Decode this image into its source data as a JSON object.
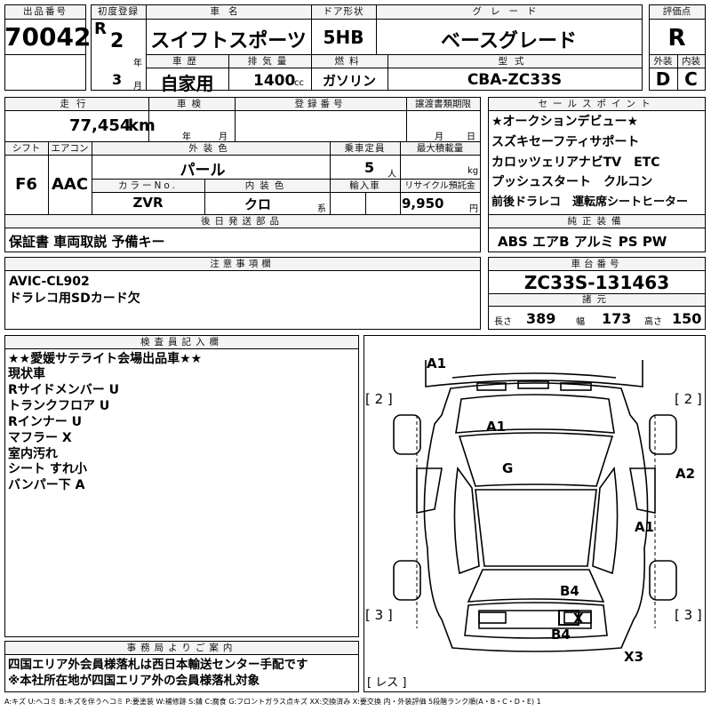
{
  "header": {
    "lot_no_label": "出品番号",
    "lot_no": "70042",
    "first_reg_label": "初度登録",
    "era": "R",
    "year_num": "2",
    "year_unit": "年",
    "month_num": "3",
    "month_unit": "月",
    "car_name_label": "車名",
    "car_name": "スイフトスポーツ",
    "door_label": "ドア形状",
    "door": "5HB",
    "grade_label": "グレード",
    "grade": "ベースグレード",
    "score_label": "評価点",
    "score": "R",
    "history_label": "車歴",
    "history": "自家用",
    "displacement_label": "排気量",
    "displacement": "1400",
    "displacement_unit": "cc",
    "fuel_label": "燃料",
    "fuel": "ガソリン",
    "model_label": "型式",
    "model": "CBA-ZC33S",
    "exterior_label": "外装",
    "exterior": "D",
    "interior_label": "内装",
    "interior": "C"
  },
  "specs": {
    "mileage_label": "走行",
    "mileage": "77,454",
    "mileage_unit": "km",
    "inspection_label": "車検",
    "inspection_year_unit": "年",
    "inspection_month_unit": "月",
    "reg_no_label": "登録番号",
    "transfer_label": "譲渡書類期限",
    "transfer_month_unit": "月",
    "transfer_day_unit": "日",
    "shift_label": "シフト",
    "shift": "F6",
    "aircon_label": "エアコン",
    "aircon": "AAC",
    "ext_color_label": "外装色",
    "ext_color": "パール",
    "capacity_label": "乗車定員",
    "capacity": "5",
    "capacity_unit": "人",
    "max_load_label": "最大積載量",
    "max_load_unit": "kg",
    "color_no_label": "カラーNo.",
    "color_no": "ZVR",
    "int_color_label": "内装色",
    "int_color": "クロ",
    "int_color_unit": "系",
    "import_label": "輸入車",
    "recycle_label": "リサイクル預託金",
    "recycle": "9,950",
    "recycle_unit": "円",
    "later_parts_label": "後日発送部品",
    "later_parts": "保証書 車両取説 予備キー"
  },
  "sales": {
    "label": "セールスポイント",
    "lines": [
      "★オークションデビュー★",
      "スズキセーフティサポート",
      "カロッツェリアナビTV　ETC",
      "プッシュスタート　クルコン",
      "前後ドラレコ　運転席シートヒーター"
    ],
    "equip_label": "純正装備",
    "equip": "ABS エアB アルミ PS PW"
  },
  "notes": {
    "label": "注意事項欄",
    "lines": [
      "AVIC-CL902",
      "ドラレコ用SDカード欠"
    ]
  },
  "chassis": {
    "label": "車台番号",
    "number": "ZC33S-131463",
    "dims_label": "諸元",
    "length_label": "長さ",
    "length": "389",
    "width_label": "幅",
    "width": "173",
    "height_label": "高さ",
    "height": "150"
  },
  "inspector": {
    "label": "検査員記入欄",
    "lines": [
      "★★愛媛サテライト会場出品車★★",
      "現状車",
      "Rサイドメンバー U",
      "トランクフロア U",
      "Rインナー U",
      "マフラー X",
      "室内汚れ",
      "シート すれ小",
      "バンパー下 A"
    ]
  },
  "office": {
    "label": "事務局よりご案内",
    "lines": [
      "四国エリア外会員様落札は西日本輸送センター手配です",
      "※本社所在地が四国エリア外の会員様落札対象"
    ]
  },
  "diagram": {
    "marks": [
      {
        "id": "a1-front",
        "text": "A1"
      },
      {
        "id": "a1-hood",
        "text": "A1"
      },
      {
        "id": "g-windshield",
        "text": "G"
      },
      {
        "id": "a2-right",
        "text": "A2"
      },
      {
        "id": "a1-rear-right",
        "text": "A1"
      },
      {
        "id": "b4-rear",
        "text": "B4"
      },
      {
        "id": "x-rear",
        "text": "X"
      },
      {
        "id": "b4-bottom",
        "text": "B4"
      },
      {
        "id": "x3-corner",
        "text": "X3"
      }
    ],
    "tl": "[ 2 ]",
    "tr": "[ 2 ]",
    "bl": "[ 3 ]",
    "br": "[ 3 ]",
    "less": "[ レス ]"
  },
  "legend": "A:キズ U:ヘコミ B:キズを伴うヘコミ P:要塗装 W:補修跡 S:錆 C:腐食 G:フロントガラス点キズ XX:交換済み X:要交換 内・外装評価 5段階ランク順(A・B・C・D・E) 1"
}
